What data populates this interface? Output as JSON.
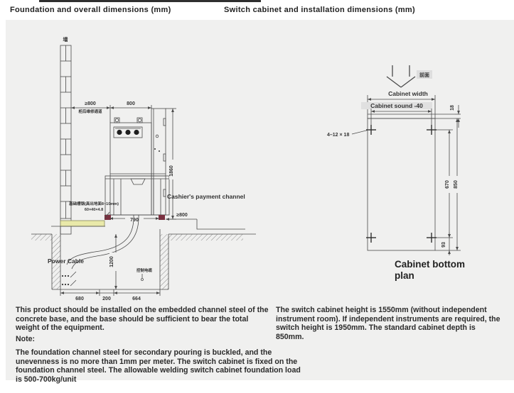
{
  "page": {
    "title_left": "Foundation and overall dimensions (mm)",
    "title_right": "Switch cabinet and installation dimensions (mm)"
  },
  "foundation_diagram": {
    "wall_label": "墙",
    "rear_channel_dim": "≥800",
    "rear_channel_note": "柜后维修通道",
    "cabinet_width_dim": "800",
    "cabinet_height_dim": "1860",
    "channel_steel_note_1": "基础槽钢(高出地面8~10mm)",
    "channel_steel_note_2": "60×40×4.8",
    "cashier_channel_label": "Cashier's payment channel",
    "front_channel_dim": "≥800",
    "base_width_dim": "790",
    "power_cable_label": "Power Cable",
    "control_cable_label": "控制电缆",
    "pit_depth_dim": "1200",
    "pit_dim_left": "680",
    "pit_dim_mid": "200",
    "pit_dim_right": "664"
  },
  "installation_diagram": {
    "front_label": "前面",
    "width_label": "Cabinet width",
    "hole_span_label": "Cabinet sound -40",
    "hole_spec_label": "4–12 × 18",
    "channel_height_dim": "18",
    "hole_depth_span_dim": "670",
    "cabinet_depth_dim": "850",
    "rear_offset_dim": "93",
    "caption_line1": "Cabinet bottom",
    "caption_line2": "plan"
  },
  "notes": {
    "para1": "This product should be installed on the embedded channel steel of the concrete base, and the base should be sufficient to bear the total weight of the equipment.",
    "note_label": "Note:",
    "para2": "The foundation channel steel for secondary pouring is buckled, and the unevenness is no more than 1mm per meter. The switch cabinet is fixed on the foundation channel steel. The allowable welding switch cabinet foundation load is 500-700kg/unit",
    "para3": "The switch cabinet height is 1550mm (without independent instrument room). If independent instruments are required, the switch height is 1950mm. The standard cabinet depth is 850mm."
  },
  "colors": {
    "panel": "#f0f0ef",
    "line": "#4a4a4a",
    "channel_steel_yellow": "#e9e9a9",
    "foot_red": "#7a3040"
  }
}
